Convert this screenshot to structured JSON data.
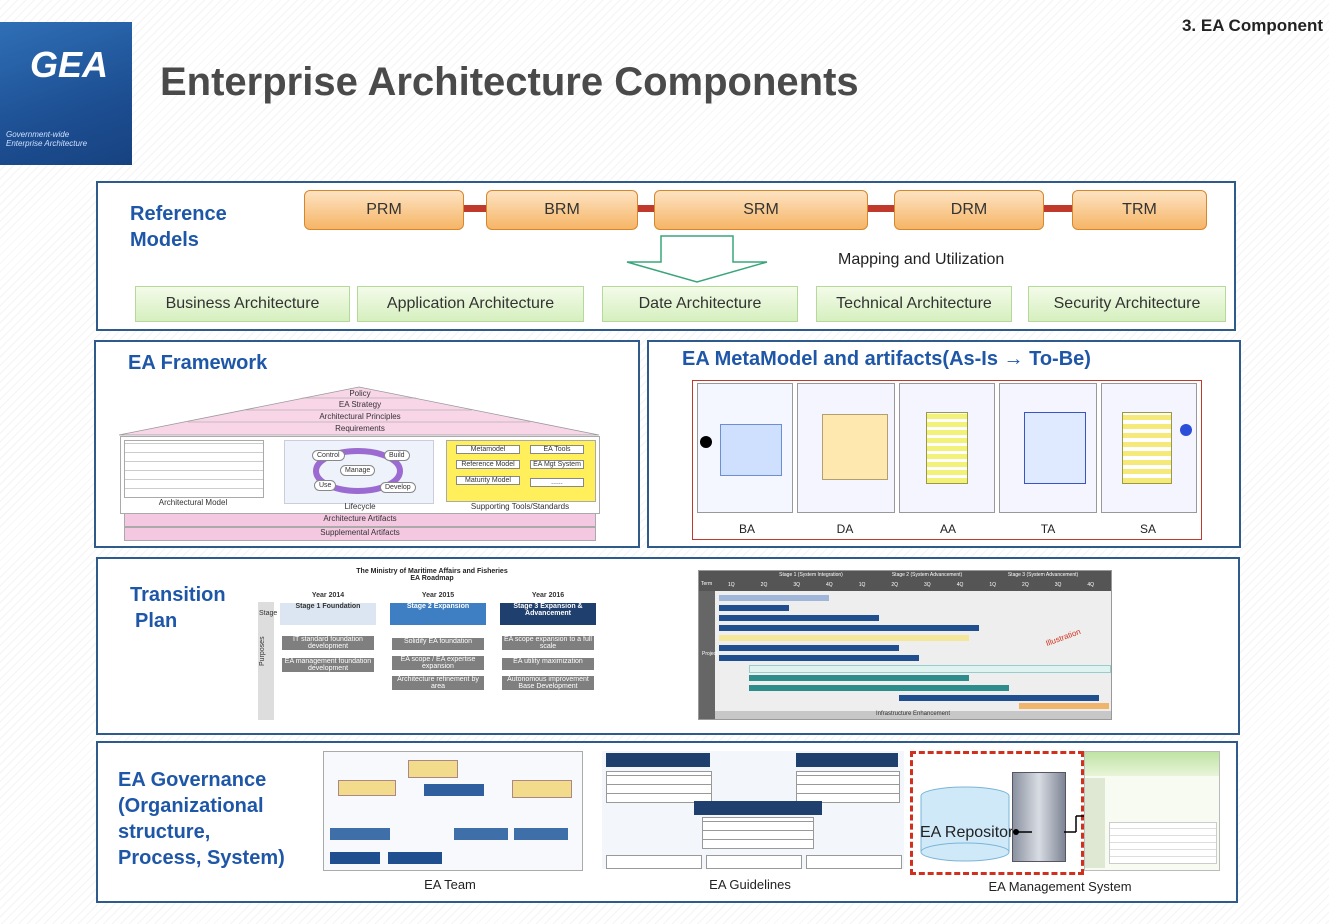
{
  "header": {
    "section": "3. EA Component",
    "title": "Enterprise Architecture Components",
    "logo": "GEA",
    "logo_sub": [
      "Government-wide",
      "Enterprise Architecture"
    ]
  },
  "reference": {
    "label": [
      "Reference",
      "Models"
    ],
    "models": [
      "PRM",
      "BRM",
      "SRM",
      "DRM",
      "TRM"
    ],
    "mapping": "Mapping and Utilization",
    "archs": [
      "Business Architecture",
      "Application Architecture",
      "Date Architecture",
      "Technical Architecture",
      "Security Architecture"
    ]
  },
  "framework": {
    "label": "EA Framework",
    "layers": [
      "Policy",
      "EA Strategy",
      "Architectural Principles",
      "Requirements"
    ],
    "model_label": "Architectural Model",
    "cycle": [
      "Control",
      "Build",
      "Manage",
      "Use",
      "Develop"
    ],
    "lifecycle_label": "Lifecycle",
    "tools": [
      "Metamodel",
      "EA Tools",
      "Reference Model",
      "EA Mgt System",
      "Maturity Model",
      "......"
    ],
    "tools_label": "Supporting Tools/Standards",
    "bottom": [
      "Architecture Artifacts",
      "Supplemental Artifacts"
    ]
  },
  "metamodel": {
    "label": "EA MetaModel and artifacts(As-Is → To-Be)",
    "captions": [
      "BA",
      "DA",
      "AA",
      "TA",
      "SA"
    ]
  },
  "transition": {
    "label": [
      "Transition",
      "Plan"
    ],
    "roadmap_title": [
      "The Ministry of Maritime Affairs and Fisheries",
      "EA Roadmap"
    ],
    "years": [
      "Year 2014",
      "Year 2015",
      "Year 2016"
    ],
    "side": [
      "Stage",
      "Purposes"
    ],
    "stages": [
      "Stage 1 Foundation",
      "Stage 2 Expansion",
      "Stage 3 Expansion & Advancement"
    ],
    "purposes": [
      [
        "IT standard foundation development",
        "EA management foundation development"
      ],
      [
        "Solidify EA foundation",
        "EA scope / EA expertise expansion",
        "Architecture refinement by area"
      ],
      [
        "EA scope expansion to a full scale",
        "EA utility maximization",
        "Autonomous improvement Base Development"
      ]
    ],
    "gantt_stages": [
      "Stage 1 (System Integration)",
      "Stage 2 (System Advancement)",
      "Stage 3 (System Advancement)"
    ],
    "gantt_side": [
      "Term",
      "Project"
    ],
    "gantt_quarters": [
      "1Q",
      "2Q",
      "3Q",
      "4Q",
      "1Q",
      "2Q",
      "3Q",
      "4Q",
      "1Q",
      "2Q",
      "3Q",
      "4Q"
    ],
    "gantt_footer": "Infrastructure Enhancement",
    "gantt_stamp": "Illustration"
  },
  "governance": {
    "label": [
      "EA Governance",
      "(Organizational",
      "structure,",
      "Process, System)"
    ],
    "captions": [
      "EA Team",
      "EA Guidelines",
      "EA Management System"
    ],
    "repository": "EA Repository"
  }
}
